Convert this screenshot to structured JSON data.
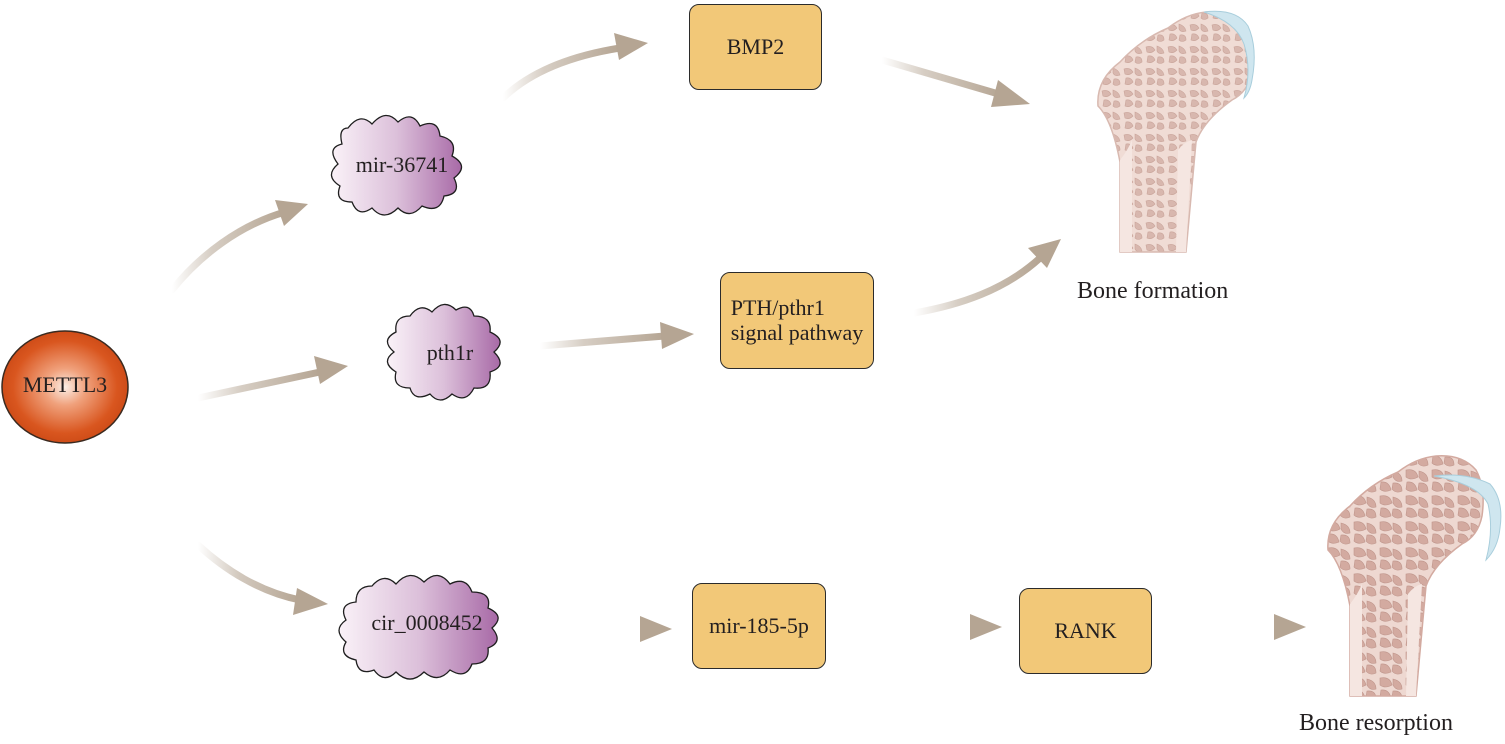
{
  "nodes": {
    "mettl3": "METTL3",
    "mir36741": "mir-36741",
    "pth1r": "pth1r",
    "cir0008452": "cir_0008452",
    "bmp2": "BMP2",
    "pth_pathway_line1": "PTH/pthr1",
    "pth_pathway_line2": "signal pathway",
    "mir185": "mir-185-5p",
    "rank": "RANK"
  },
  "outcomes": {
    "formation": "Bone formation",
    "resorption": "Bone resorption"
  },
  "colors": {
    "arrow": "#b5a593",
    "box_fill": "#f2c878",
    "mettl3_fill": "#d4521c",
    "mirna_fill": "#b57fb4",
    "bone": "#f2e0da",
    "cartilage": "#cfe6ef"
  }
}
